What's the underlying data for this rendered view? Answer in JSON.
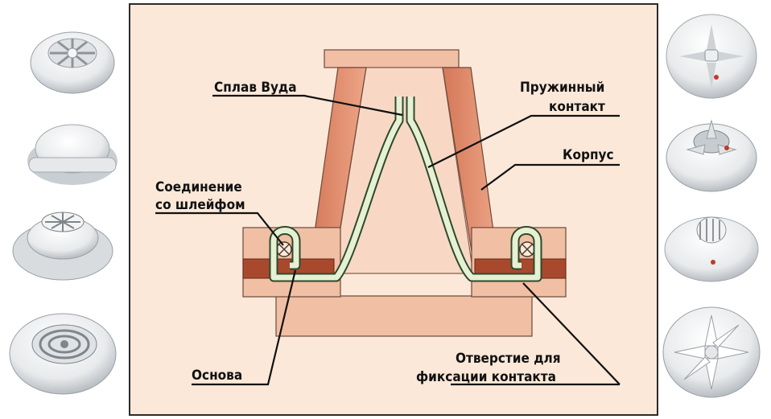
{
  "diagram": {
    "labels": {
      "wood_alloy": "Сплав Вуда",
      "spring_contact_1": "Пружинный",
      "spring_contact_2": "контакт",
      "housing": "Корпус",
      "loop_connection_1": "Соединение",
      "loop_connection_2": "со шлейфом",
      "base": "Основа",
      "fix_hole_1": "Отверстие для",
      "fix_hole_2": "фиксации контакта"
    },
    "colors": {
      "panel_bg": "#fbe8d8",
      "panel_border": "#2b2b2b",
      "body_salmon": "#f1bfa4",
      "body_light": "#f8d8c5",
      "housing_dark": "#d9805e",
      "housing_mid": "#e79a78",
      "pad_brown": "#a8492e",
      "contact_green": "#e6f1d4",
      "contact_outline": "#2d4a2d",
      "detector_white": "#eef0f1",
      "detector_shade": "#b9bec3"
    },
    "icons": {
      "left_detectors": [
        "heat-detector-icon",
        "heat-detector-icon",
        "heat-detector-icon",
        "heat-detector-icon"
      ],
      "right_detectors": [
        "heat-detector-icon",
        "heat-detector-icon",
        "heat-detector-icon",
        "heat-detector-icon"
      ]
    }
  }
}
